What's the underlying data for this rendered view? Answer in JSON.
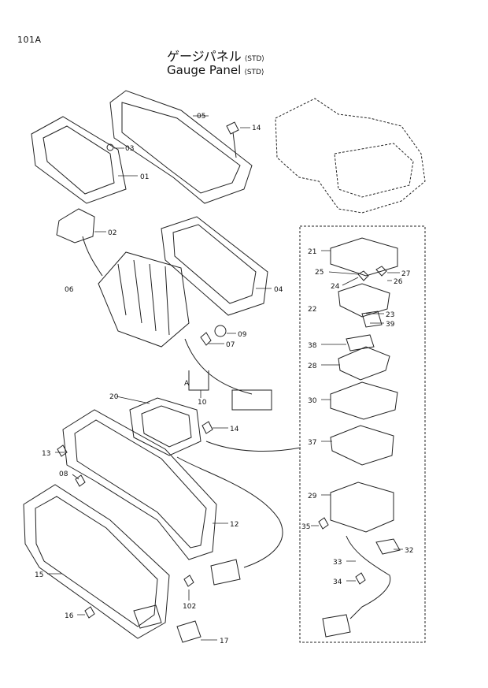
{
  "page_number": "101A",
  "title_jp": "ゲージパネル",
  "title_en": "Gauge Panel",
  "title_suffix": "⟨STD⟩",
  "callouts": {
    "p01": "01",
    "p02": "02",
    "p03": "03",
    "p04": "04",
    "p05": "05",
    "p06": "06",
    "p07": "07",
    "p08": "08",
    "p09": "09",
    "p10": "10",
    "p12": "12",
    "p13": "13",
    "p14a": "14",
    "p14b": "14",
    "p15": "15",
    "p16": "16",
    "p17": "17",
    "p20": "20",
    "p21": "21",
    "p22": "22",
    "p23": "23",
    "p24": "24",
    "p25": "25",
    "p26": "26",
    "p27": "27",
    "p28": "28",
    "p29": "29",
    "p30": "30",
    "p32": "32",
    "p33": "33",
    "p34": "34",
    "p35": "35",
    "p37": "37",
    "p38": "38",
    "p39": "39",
    "p102": "102",
    "pA": "A"
  }
}
